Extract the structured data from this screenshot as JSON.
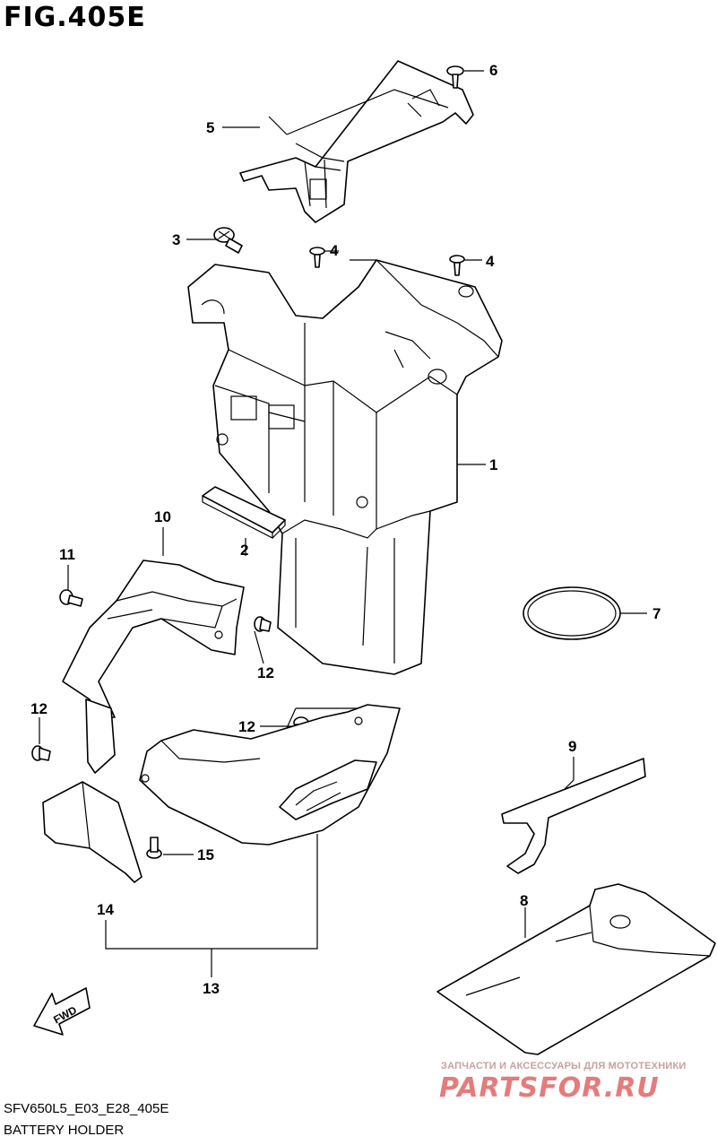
{
  "figure": {
    "title": "FIG.405E",
    "code": "SFV650L5_E03_E28_405E",
    "name": "BATTERY HOLDER"
  },
  "callouts": {
    "c1": "1",
    "c2": "2",
    "c3": "3",
    "c4a": "4",
    "c4b": "4",
    "c5": "5",
    "c6": "6",
    "c7": "7",
    "c8": "8",
    "c9": "9",
    "c10": "10",
    "c11": "11",
    "c12a": "12",
    "c12b": "12",
    "c12c": "12",
    "c13": "13",
    "c14": "14",
    "c15": "15"
  },
  "fwd_arrow": {
    "label": "FWD"
  },
  "watermark": {
    "line": "ЗАПЧАСТИ И АКСЕССУАРЫ ДЛЯ МОТОТЕХНИКИ",
    "brand": "PARTSFOR.RU"
  }
}
